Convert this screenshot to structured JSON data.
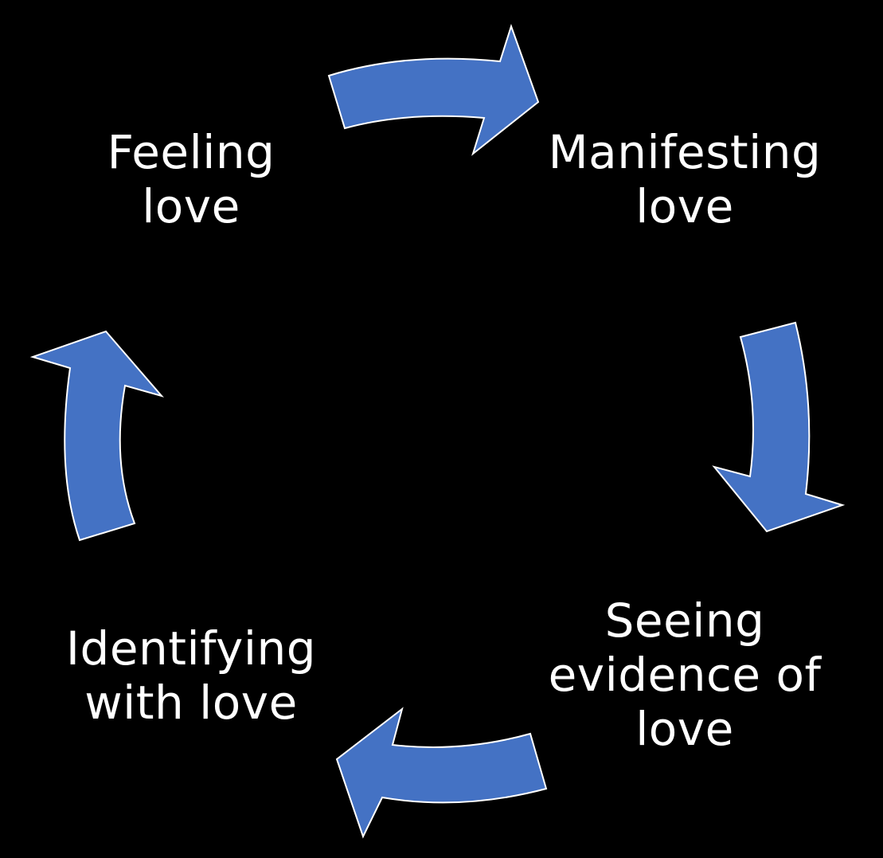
{
  "diagram": {
    "type": "cycle",
    "background": "#000000",
    "arrow_fill": "#4472C4",
    "arrow_stroke": "#ffffff",
    "text_color": "#ffffff",
    "nodes": [
      {
        "id": "feeling",
        "label": "Feeling\nlove"
      },
      {
        "id": "manifest",
        "label": "Manifesting\nlove"
      },
      {
        "id": "seeing",
        "label": "Seeing\nevidence of\nlove"
      },
      {
        "id": "identify",
        "label": "Identifying\nwith love"
      }
    ],
    "flow": [
      {
        "from": "feeling",
        "to": "manifest"
      },
      {
        "from": "manifest",
        "to": "seeing"
      },
      {
        "from": "seeing",
        "to": "identify"
      },
      {
        "from": "identify",
        "to": "feeling"
      }
    ]
  }
}
